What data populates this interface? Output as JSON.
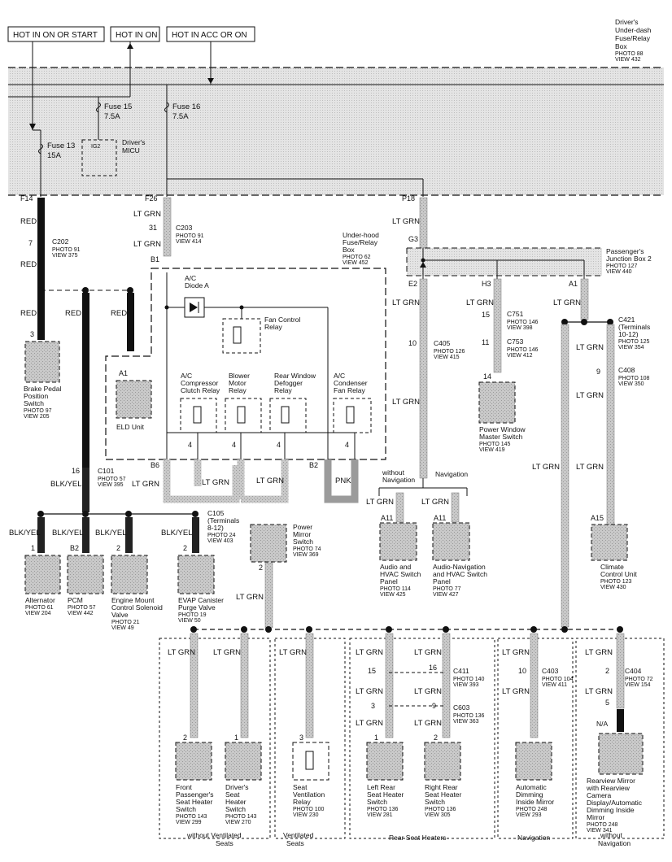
{
  "hot_labels": {
    "start": "HOT IN ON OR START",
    "on": "HOT IN ON",
    "acc": "HOT IN ACC OR ON"
  },
  "fuse_box": {
    "name": [
      "Driver's",
      "Under-dash",
      "Fuse/Relay",
      "Box"
    ],
    "photo": "PHOTO 88",
    "view": "VIEW 432"
  },
  "fuses": {
    "f15": [
      "Fuse 15",
      "7.5A"
    ],
    "f16": [
      "Fuse 16",
      "7.5A"
    ],
    "f13": [
      "Fuse 13",
      "15A"
    ]
  },
  "micu": {
    "label": [
      "Driver's",
      "MICU"
    ],
    "ig2": "IG2"
  },
  "terminals": {
    "f14": "F14",
    "f26": "F26",
    "p18": "P18",
    "g3": "G3",
    "b1": "B1",
    "b6": "B6",
    "b2": "B2",
    "e2": "E2",
    "h3": "H3",
    "a1": "A1",
    "a1_elD": "A1",
    "a11_a": "A11",
    "a11_b": "A11",
    "a15": "A15"
  },
  "wires": {
    "red": "RED",
    "ltgrn": "LT GRN",
    "blkyel": "BLK/YEL",
    "pnk": "PNK",
    "na": "N/A"
  },
  "connectors": {
    "c202": {
      "id": "C202",
      "photo": "PHOTO 91",
      "view": "VIEW 375",
      "pin": "7"
    },
    "c203": {
      "id": "C203",
      "photo": "PHOTO 91",
      "view": "VIEW 414",
      "pin": "31"
    },
    "c101": {
      "id": "C101",
      "photo": "PHOTO 57",
      "view": "VIEW 395",
      "pin": "16"
    },
    "c105": {
      "id": "C105",
      "sub": [
        "(Terminals",
        "8-12)"
      ],
      "photo": "PHOTO 24",
      "view": "VIEW 403"
    },
    "c405": {
      "id": "C405",
      "photo": "PHOTO 126",
      "view": "VIEW 415",
      "pin": "10"
    },
    "c751": {
      "id": "C751",
      "photo": "PHOTO 146",
      "view": "VIEW 398",
      "pin": "15"
    },
    "c753": {
      "id": "C753",
      "photo": "PHOTO 146",
      "view": "VIEW 412",
      "pin": "11"
    },
    "c421": {
      "id": "C421",
      "sub": [
        "(Terminals",
        "10-12)"
      ],
      "photo": "PHOTO 125",
      "view": "VIEW 354"
    },
    "c408": {
      "id": "C408",
      "photo": "PHOTO 108",
      "view": "VIEW 350",
      "pin": "9"
    },
    "c411": {
      "id": "C411",
      "photo": "PHOTO 140",
      "view": "VIEW 393",
      "pin_a": "15",
      "pin_b": "16"
    },
    "c603": {
      "id": "C603",
      "photo": "PHOTO 136",
      "view": "VIEW 363",
      "pin_a": "3",
      "pin_b": "9"
    },
    "c403": {
      "id": "C403",
      "photo": "PHOTO 104",
      "view": "VIEW 411",
      "pin": "10"
    },
    "c404": {
      "id": "C404",
      "photo": "PHOTO 72",
      "view": "VIEW 154",
      "pin": "2"
    }
  },
  "underhood": {
    "name": [
      "Under-hood",
      "Fuse/Relay",
      "Box"
    ],
    "photo": "PHOTO 62",
    "view": "VIEW 452"
  },
  "junction2": {
    "name": [
      "Passenger's",
      "Junction Box 2"
    ],
    "photo": "PHOTO 127",
    "view": "VIEW 440"
  },
  "relays": {
    "diode": [
      "A/C",
      "Diode A"
    ],
    "fan": [
      "Fan Control",
      "Relay"
    ],
    "compressor": [
      "A/C",
      "Compressor",
      "Clutch Relay"
    ],
    "blower": [
      "Blower",
      "Motor",
      "Relay"
    ],
    "defogger": [
      "Rear Window",
      "Defogger",
      "Relay"
    ],
    "condenser": [
      "A/C",
      "Condenser",
      "Fan Relay"
    ]
  },
  "components": {
    "brake": {
      "name": [
        "Brake Pedal",
        "Position",
        "Switch"
      ],
      "photo": "PHOTO 97",
      "view": "VIEW 205",
      "pin": "3"
    },
    "eld": {
      "name": [
        "ELD Unit"
      ]
    },
    "window": {
      "name": [
        "Power Window",
        "Master Switch"
      ],
      "photo": "PHOTO 145",
      "view": "VIEW 419",
      "pin": "14"
    },
    "alternator": {
      "name": [
        "Alternator"
      ],
      "photo": "PHOTO 61",
      "view": "VIEW 204",
      "pin": "1"
    },
    "pcm": {
      "name": [
        "PCM"
      ],
      "photo": "PHOTO 57",
      "view": "VIEW 442",
      "pin": "B2"
    },
    "engine": {
      "name": [
        "Engine Mount",
        "Control Solenoid",
        "Valve"
      ],
      "photo": "PHOTO 21",
      "view": "VIEW 49",
      "pin": "2"
    },
    "evap": {
      "name": [
        "EVAP Canister",
        "Purge Valve"
      ],
      "photo": "PHOTO 19",
      "view": "VIEW 50",
      "pin": "2"
    },
    "mirror": {
      "name": [
        "Power",
        "Mirror",
        "Switch"
      ],
      "photo": "PHOTO 74",
      "view": "VIEW 369",
      "pin": "2"
    },
    "audio": {
      "name": [
        "Audio and",
        "HVAC Switch",
        "Panel"
      ],
      "photo": "PHOTO 114",
      "view": "VIEW 425"
    },
    "audionav": {
      "name": [
        "Audio-Navigation",
        "and HVAC Switch",
        "Panel"
      ],
      "photo": "PHOTO 77",
      "view": "VIEW 427"
    },
    "climate": {
      "name": [
        "Climate",
        "Control Unit"
      ],
      "photo": "PHOTO 123",
      "view": "VIEW 430"
    },
    "frontpass": {
      "name": [
        "Front",
        "Passenger's",
        "Seat Heater",
        "Switch"
      ],
      "photo": "PHOTO 143",
      "view": "VIEW 299",
      "pin": "2"
    },
    "driverseat": {
      "name": [
        "Driver's",
        "Seat",
        "Heater",
        "Switch"
      ],
      "photo": "PHOTO 143",
      "view": "VIEW 270",
      "pin": "1"
    },
    "vent": {
      "name": [
        "Seat",
        "Ventilation",
        "Relay"
      ],
      "photo": "PHOTO 100",
      "view": "VIEW 230",
      "pin": "3"
    },
    "leftrear": {
      "name": [
        "Left Rear",
        "Seat Heater",
        "Switch"
      ],
      "photo": "PHOTO 136",
      "view": "VIEW 281",
      "pin": "1"
    },
    "rightrear": {
      "name": [
        "Right Rear",
        "Seat Heater",
        "Switch"
      ],
      "photo": "PHOTO 136",
      "view": "VIEW 305",
      "pin": "2"
    },
    "autodim": {
      "name": [
        "Automatic",
        "Dimming",
        "Inside Mirror"
      ],
      "photo": "PHOTO 248",
      "view": "VIEW 293"
    },
    "rearview": {
      "name": [
        "Rearview Mirror",
        "with Rearview",
        "Camera",
        "Display/Automatic",
        "Dimming Inside",
        "Mirror"
      ],
      "photo": "PHOTO 248",
      "view": "VIEW 341",
      "pin": "5"
    }
  },
  "options": {
    "without_nav": [
      "without",
      "Navigation"
    ],
    "nav": "Navigation",
    "without_vent": [
      "without Ventilated",
      "Seats"
    ],
    "vent": [
      "Ventilated",
      "Seats"
    ],
    "rear_heat": "Rear Seat Heaters",
    "nav2": "Navigation",
    "without_nav2": [
      "without",
      "Navigation"
    ]
  }
}
